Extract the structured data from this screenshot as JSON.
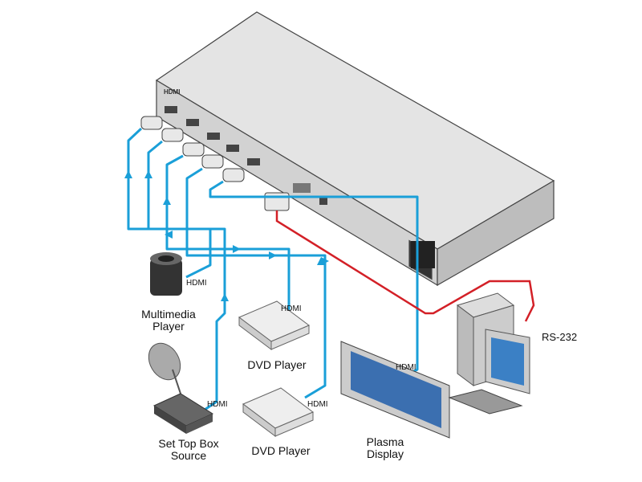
{
  "colors": {
    "hdmi_cable": "#1a9fd8",
    "rs232_cable": "#d32027",
    "device_body": "#d9d9d9"
  },
  "device": {
    "logo": "HDMI"
  },
  "labels": {
    "multimedia_player": [
      "Multimedia",
      "Player"
    ],
    "dvd_player_1": "DVD Player",
    "dvd_player_2": "DVD Player",
    "set_top_box": [
      "Set Top Box",
      "Source"
    ],
    "plasma_display": [
      "Plasma",
      "Display"
    ],
    "rs232": "RS-232",
    "hdmi": "HDMI"
  }
}
